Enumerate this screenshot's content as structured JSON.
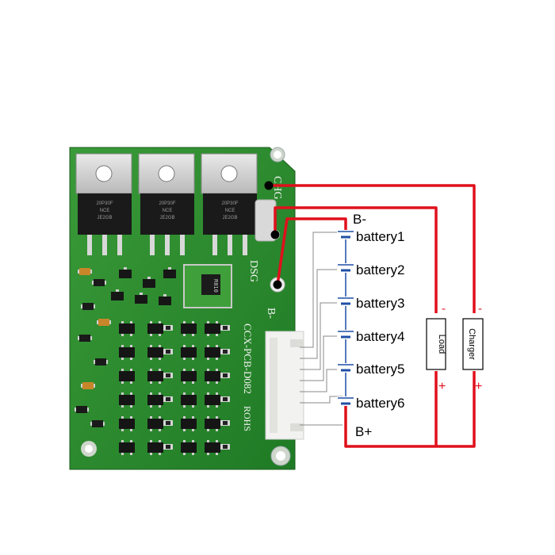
{
  "pcb": {
    "silk_chg": "CHG",
    "silk_dsg": "DSG",
    "silk_bminus": "B-",
    "silk_model": "CCX-PCB-D082",
    "silk_rohs": "ROHS",
    "shunt_label": "R010",
    "mosfet_line1": "20P30F",
    "mosfet_line2": "NCE",
    "mosfet_line3": "JE2GB"
  },
  "diagram": {
    "b_minus": "B-",
    "b_plus": "B+",
    "batteries": [
      "battery1",
      "battery2",
      "battery3",
      "battery4",
      "battery5",
      "battery6"
    ],
    "load_label": "Load",
    "charger_label": "Charger",
    "minus_sign": "-",
    "plus_sign": "+"
  },
  "colors": {
    "pcb_green": "#2e8b2e",
    "wire_red": "#e0101c",
    "battery_blue": "#1f4fa6",
    "connector_white": "#f2f2f0"
  }
}
